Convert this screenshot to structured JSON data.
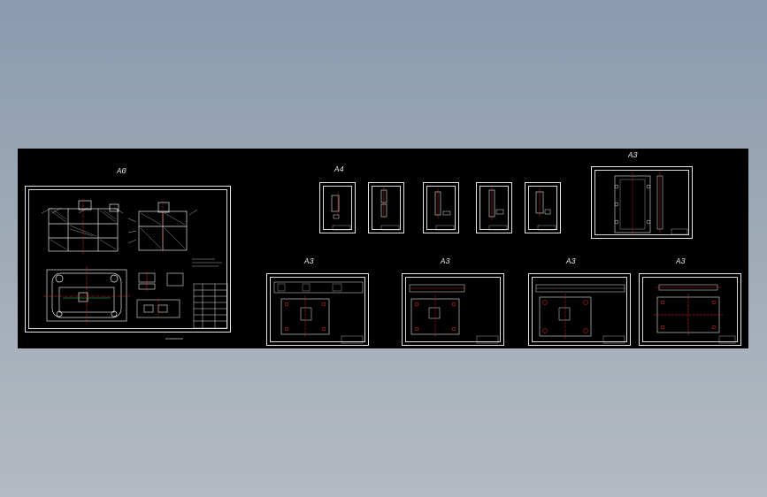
{
  "colors": {
    "background_top": "#8a9bb0",
    "background_bottom": "#b4bac2",
    "model_space": "#000000",
    "line_white": "#e6e6e6",
    "line_red": "#ff2a2a",
    "line_green": "#2fd05a"
  },
  "sheets": [
    {
      "id": "assembly",
      "size_label": "A0"
    },
    {
      "id": "part-1",
      "size_label": "A4"
    },
    {
      "id": "part-2",
      "size_label": ""
    },
    {
      "id": "part-3",
      "size_label": ""
    },
    {
      "id": "part-4",
      "size_label": ""
    },
    {
      "id": "part-5",
      "size_label": ""
    },
    {
      "id": "plate-vertical",
      "size_label": "A3"
    },
    {
      "id": "plate-1",
      "size_label": "A3"
    },
    {
      "id": "plate-2",
      "size_label": "A3"
    },
    {
      "id": "plate-3",
      "size_label": "A3"
    },
    {
      "id": "plate-4",
      "size_label": "A3"
    }
  ]
}
